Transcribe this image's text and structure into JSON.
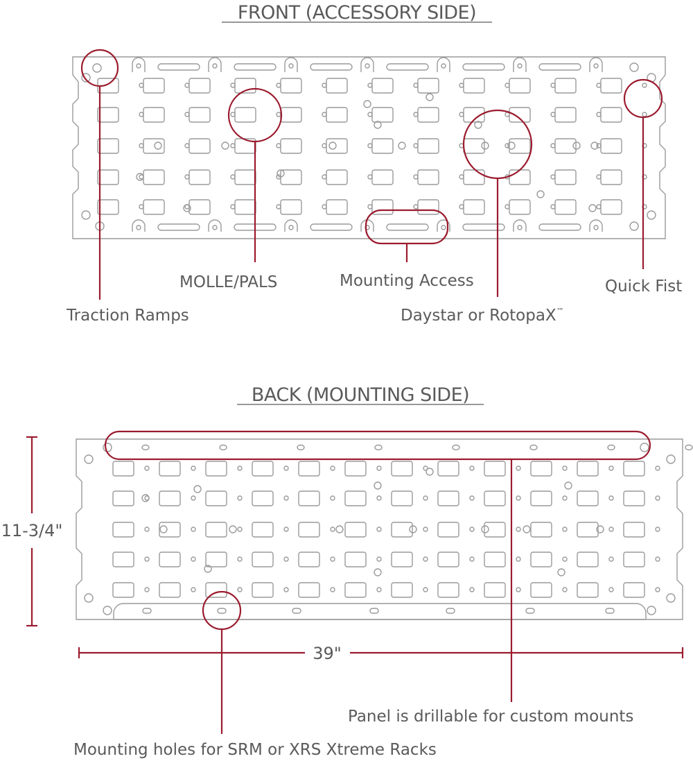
{
  "front": {
    "title": "FRONT (ACCESSORY SIDE)",
    "callouts": {
      "traction": "Traction Ramps",
      "molle": "MOLLE/PALS",
      "mounting_access": "Mounting Access",
      "daystar_prefix": "Daystar or RotopaX",
      "trademark": "™",
      "quick_fist": "Quick Fist"
    }
  },
  "back": {
    "title": "BACK (MOUNTING SIDE)",
    "height_label": "11-3/4\"",
    "width_label": "39\"",
    "callouts": {
      "drillable": "Panel is drillable for custom mounts",
      "mounting_holes": "Mounting holes for SRM or XRS Xtreme Racks"
    }
  },
  "colors": {
    "accent": "#9b1b2e",
    "line": "#888888",
    "text": "#555555"
  }
}
